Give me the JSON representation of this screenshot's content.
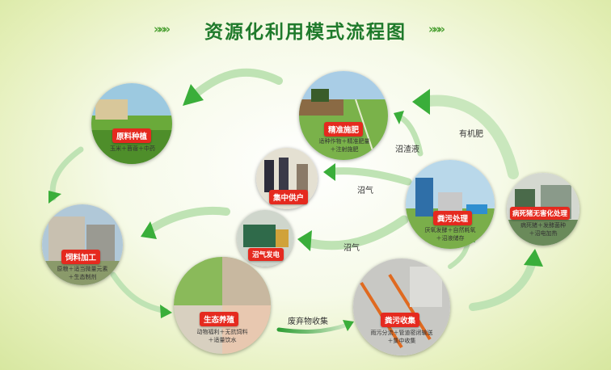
{
  "title": "资源化利用模式流程图",
  "title_decor": "»»»",
  "nodes": {
    "planting": {
      "label": "原料种植",
      "desc": "玉米＋苜蓿＋中药"
    },
    "fertilize": {
      "label": "精准施肥",
      "desc1": "适种作物＋精准肥量",
      "desc2": "＋注射施肥"
    },
    "gas_supply": {
      "label": "集中供户"
    },
    "manure_treat": {
      "label": "粪污处理",
      "desc1": "厌氧发酵＋自然耗氧",
      "desc2": "＋沼液储存"
    },
    "dead_pig": {
      "label": "病死猪无害化处理",
      "desc1": "病死猪＋发酵菌种",
      "desc2": "＋沼电加热"
    },
    "feed": {
      "label": "饲料加工",
      "desc1": "原粮＋适当微量元素",
      "desc2": "＋生态制剂"
    },
    "power": {
      "label": "沼气发电"
    },
    "breeding": {
      "label": "生态养殖",
      "desc1": "动物福利＋无抗饲料",
      "desc2": "＋适量饮水"
    },
    "collection": {
      "label": "粪污收集",
      "desc1": "雨污分流＋管道密闭输送",
      "desc2": "＋集中收集"
    }
  },
  "flow_labels": {
    "organic_fertilizer": "有机肥",
    "digestate": "沼渣液",
    "biogas_supply": "沼气",
    "biogas_power": "沼气",
    "waste_collection": "废弃物收集"
  },
  "colors": {
    "title": "#1f7a2b",
    "arrow": "#3aae3a",
    "tag": "#e52a1f"
  }
}
